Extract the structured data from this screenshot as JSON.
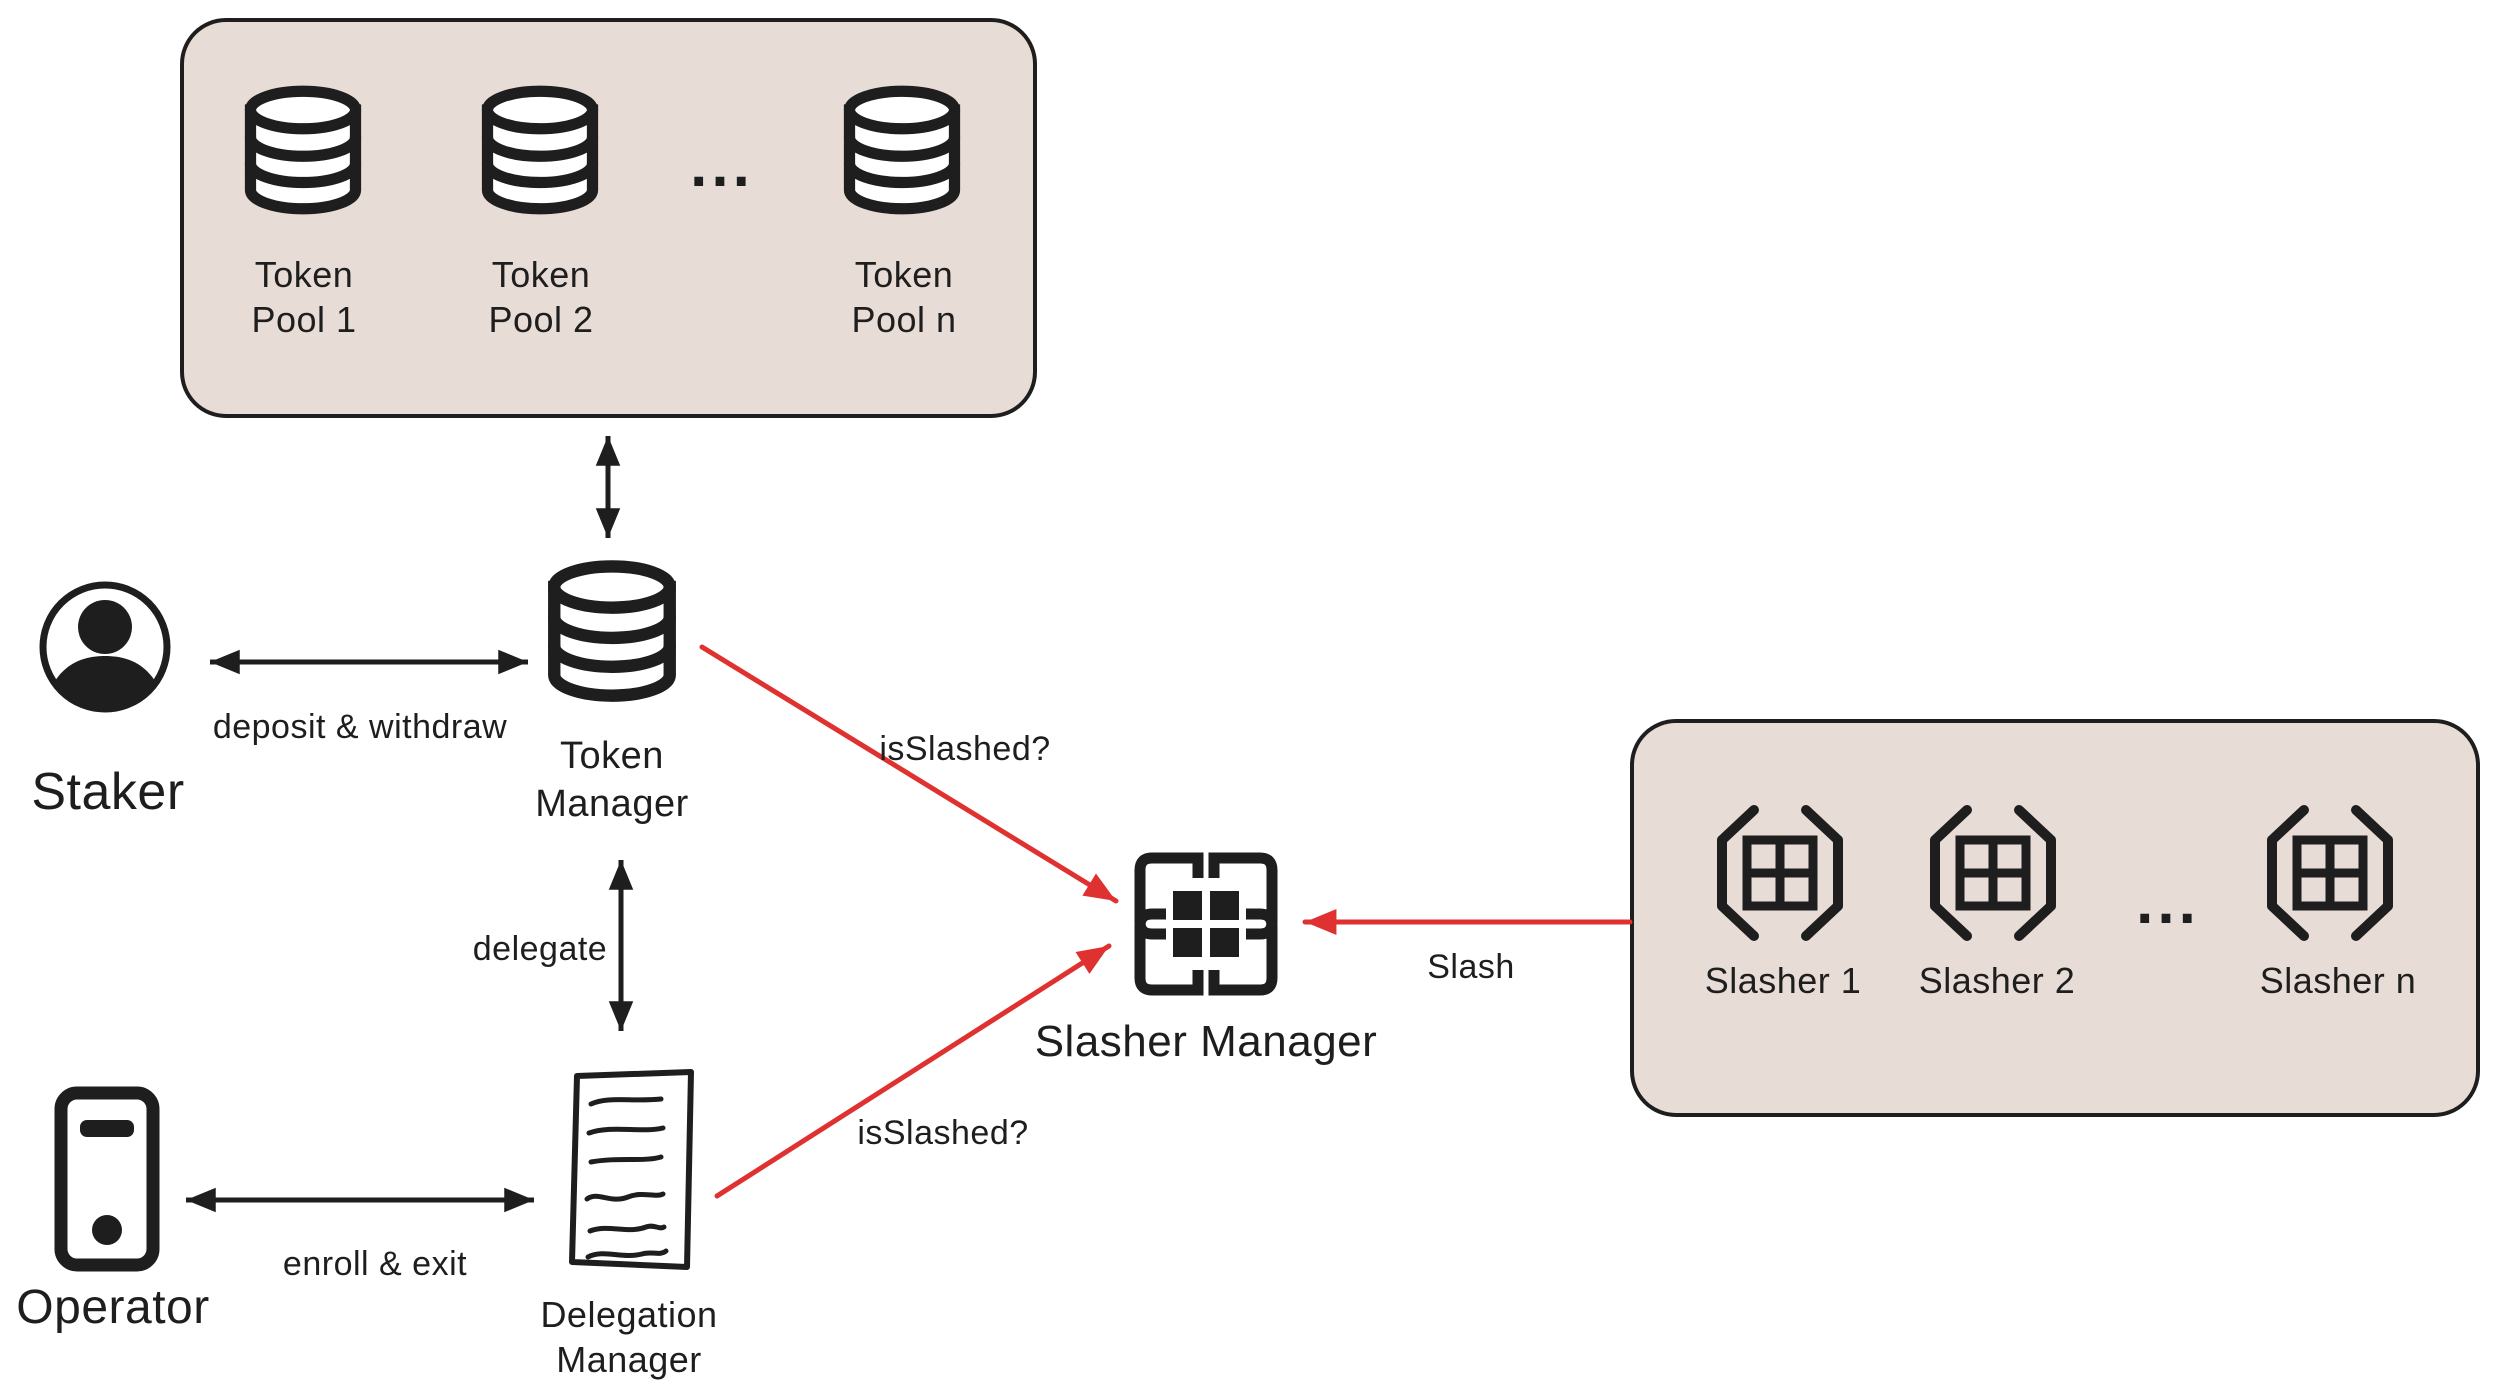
{
  "colors": {
    "ink": "#1e1e1e",
    "accent_red": "#e03131",
    "panel_fill": "#e8dcd6",
    "bg": "#ffffff"
  },
  "token_pool_panel": {
    "pools": [
      {
        "line1": "Token",
        "line2": "Pool 1"
      },
      {
        "line1": "Token",
        "line2": "Pool 2"
      },
      {
        "line1": "Token",
        "line2": "Pool n"
      }
    ],
    "ellipsis": "..."
  },
  "actors": {
    "staker": {
      "label": "Staker"
    },
    "operator": {
      "label": "Operator"
    }
  },
  "nodes": {
    "token_manager": {
      "line1": "Token",
      "line2": "Manager"
    },
    "delegation_manager": {
      "line1": "Delegation",
      "line2": "Manager"
    },
    "slasher_manager": {
      "label": "Slasher Manager"
    }
  },
  "edges": {
    "deposit_withdraw": {
      "label": "deposit & withdraw"
    },
    "delegate": {
      "label": "delegate"
    },
    "enroll_exit": {
      "label": "enroll & exit"
    },
    "is_slashed_token": {
      "label": "isSlashed?"
    },
    "is_slashed_delegation": {
      "label": "isSlashed?"
    },
    "slash": {
      "label": "Slash"
    }
  },
  "slasher_panel": {
    "slashers": [
      {
        "label": "Slasher 1"
      },
      {
        "label": "Slasher 2"
      },
      {
        "label": "Slasher n"
      }
    ],
    "ellipsis": "..."
  }
}
